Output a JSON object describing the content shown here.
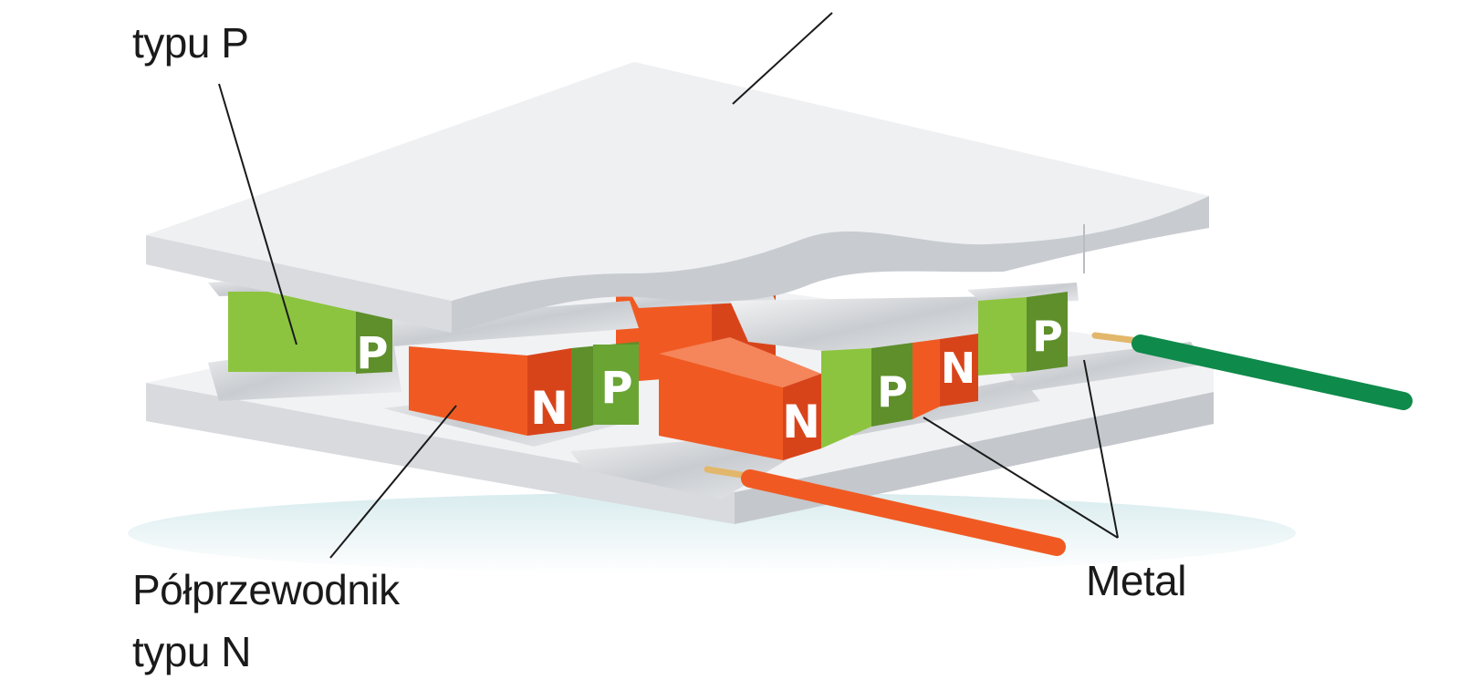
{
  "labels": {
    "p_type_line1": "",
    "p_type_line2": "typu P",
    "n_type_line1": "Półprzewodnik",
    "n_type_line2": "typu N",
    "metal": "Metal"
  },
  "element_letters": {
    "p": "P",
    "n": "N"
  },
  "colors": {
    "p_face": "#8cc43f",
    "p_side": "#5e8f2b",
    "n_face": "#f05a22",
    "n_side": "#d8441a",
    "n_top": "#f5855a",
    "plate_top": "#eceef1",
    "plate_side": "#c9ccd1",
    "metal": "#d7d9dc",
    "wire_green": "#0e8a4a",
    "wire_orange": "#f05a22",
    "copper": "#e2b76b",
    "leader": "#1a1a1a"
  }
}
